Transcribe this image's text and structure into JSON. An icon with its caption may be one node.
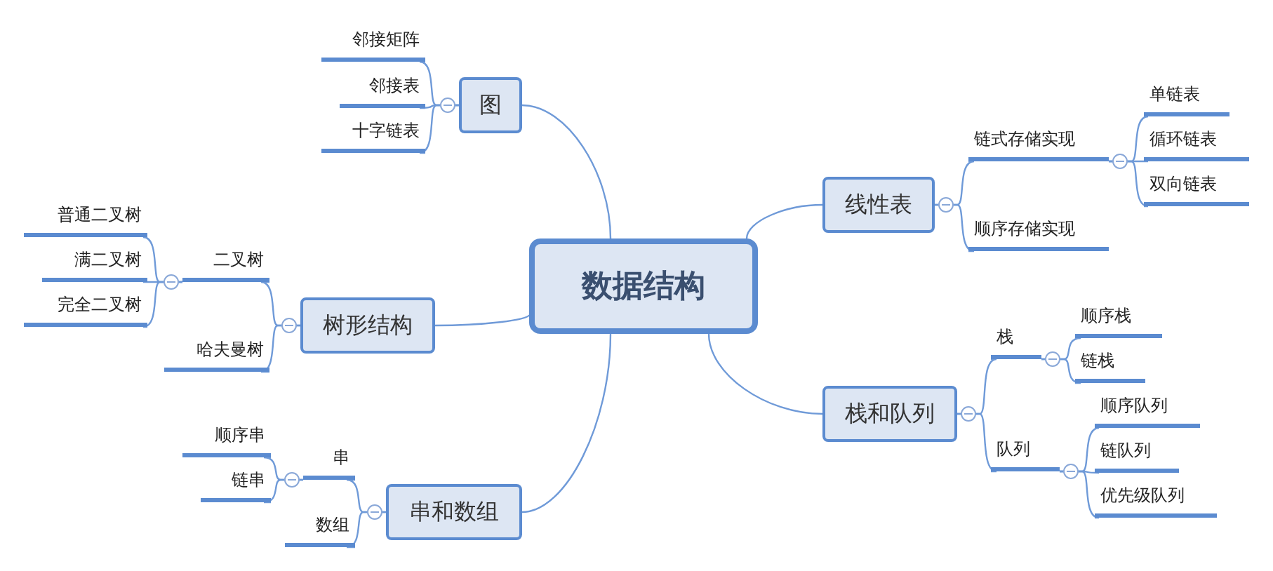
{
  "diagram": {
    "nodes": [
      {
        "text": [
          "数据结构"
        ]
      },
      {
        "text": [
          "图"
        ]
      },
      {
        "text": [
          "邻接矩阵"
        ]
      },
      {
        "text": [
          "邻接表"
        ]
      },
      {
        "text": [
          "十字链表"
        ]
      },
      {
        "text": [
          "树形结构"
        ]
      },
      {
        "text": [
          "二叉树"
        ]
      },
      {
        "text": [
          "普通二叉树"
        ]
      },
      {
        "text": [
          "满二叉树"
        ]
      },
      {
        "text": [
          "完全二叉树"
        ]
      },
      {
        "text": [
          "哈夫曼树"
        ]
      },
      {
        "text": [
          "串和数组"
        ]
      },
      {
        "text": [
          "串"
        ]
      },
      {
        "text": [
          "顺序串"
        ]
      },
      {
        "text": [
          "链串"
        ]
      },
      {
        "text": [
          "数组"
        ]
      },
      {
        "text": [
          "线性表"
        ]
      },
      {
        "text": [
          "链式存储实现"
        ]
      },
      {
        "text": [
          "单链表"
        ]
      },
      {
        "text": [
          "循环链表"
        ]
      },
      {
        "text": [
          "双向链表"
        ]
      },
      {
        "text": [
          "顺序存储实现"
        ]
      },
      {
        "text": [
          "栈和队列"
        ]
      },
      {
        "text": [
          "栈"
        ]
      },
      {
        "text": [
          "顺序栈"
        ]
      },
      {
        "text": [
          "链栈"
        ]
      },
      {
        "text": [
          "队列"
        ]
      },
      {
        "text": [
          "顺序队列"
        ]
      },
      {
        "text": [
          "链队列"
        ]
      },
      {
        "text": [
          "优先级队列"
        ]
      }
    ],
    "edges": [
      {
        "from": 0,
        "to": 1,
        "arrow": "none"
      },
      {
        "from": 1,
        "to": 2,
        "arrow": "none"
      },
      {
        "from": 1,
        "to": 3,
        "arrow": "none"
      },
      {
        "from": 1,
        "to": 4,
        "arrow": "none"
      },
      {
        "from": 0,
        "to": 5,
        "arrow": "none"
      },
      {
        "from": 5,
        "to": 6,
        "arrow": "none"
      },
      {
        "from": 6,
        "to": 7,
        "arrow": "none"
      },
      {
        "from": 6,
        "to": 8,
        "arrow": "none"
      },
      {
        "from": 6,
        "to": 9,
        "arrow": "none"
      },
      {
        "from": 5,
        "to": 10,
        "arrow": "none"
      },
      {
        "from": 0,
        "to": 11,
        "arrow": "none"
      },
      {
        "from": 11,
        "to": 12,
        "arrow": "none"
      },
      {
        "from": 12,
        "to": 13,
        "arrow": "none"
      },
      {
        "from": 12,
        "to": 14,
        "arrow": "none"
      },
      {
        "from": 11,
        "to": 15,
        "arrow": "none"
      },
      {
        "from": 0,
        "to": 16,
        "arrow": "none"
      },
      {
        "from": 16,
        "to": 17,
        "arrow": "none"
      },
      {
        "from": 17,
        "to": 18,
        "arrow": "none"
      },
      {
        "from": 17,
        "to": 19,
        "arrow": "none"
      },
      {
        "from": 17,
        "to": 20,
        "arrow": "none"
      },
      {
        "from": 16,
        "to": 21,
        "arrow": "none"
      },
      {
        "from": 0,
        "to": 22,
        "arrow": "none"
      },
      {
        "from": 22,
        "to": 23,
        "arrow": "none"
      },
      {
        "from": 23,
        "to": 24,
        "arrow": "none"
      },
      {
        "from": 23,
        "to": 25,
        "arrow": "none"
      },
      {
        "from": 22,
        "to": 26,
        "arrow": "none"
      },
      {
        "from": 26,
        "to": 27,
        "arrow": "none"
      },
      {
        "from": 26,
        "to": 28,
        "arrow": "none"
      },
      {
        "from": 26,
        "to": 29,
        "arrow": "none"
      }
    ]
  }
}
